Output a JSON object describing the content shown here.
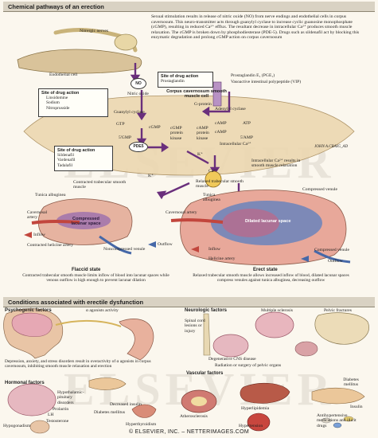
{
  "sections": {
    "top_title": "Chemical pathways of an erection",
    "bottom_title": "Conditions associated with erectile dysfunction"
  },
  "top": {
    "intro_text": "Sexual stimulation results in release of nitric oxide (NO) from nerve endings and endothelial cells in corpus cavernosum. This neuro-transmitter acts through guanylyl cyclase to increase cyclic guanosine monophosphate (cGMP), resulting in reduced Ca²⁺ efflux. The resultant decrease in intracellular Ca²⁺ produces smooth muscle relaxation. The cGMP is broken down by phosphodiesterase (PDE-5). Drugs such as sildenafil act by blocking this enzymatic degradation and prolong cGMP action on corpus cavernosum",
    "nitrergic_nerves": "Nitrergic nerves",
    "endothelial_cell": "Endothelial cell",
    "site1": {
      "title": "Site of drug action",
      "items": [
        "Linsidomine",
        "Sodium",
        "Nitroprusside"
      ]
    },
    "no_label": "NO",
    "nitric_oxide": "Nitric oxide",
    "site2": {
      "title": "Site of drug action",
      "items": [
        "Prostaglandin"
      ]
    },
    "pge1": "Prostaglandin E₁ (PGE₁)",
    "vip": "Vasoactive intestinal polypeptide (VIP)",
    "smooth_muscle_cell": "Corpus cavernosum smooth muscle cell",
    "g_protein": "G-protein",
    "adenylyl_cyclase": "Adenylyl cyclase",
    "guanylyl_cyclase": "Guanylyl cyclase",
    "gtp": "GTP",
    "cgmp": "cGMP",
    "cgmp_kinase": "cGMP protein kinase",
    "camp_kinase": "cAMP protein kinase",
    "camp": "cAMP",
    "atp": "ATP",
    "five_gmp": "5'GMP",
    "five_amp": "5'AMP",
    "pde5": "PDE5",
    "site3": {
      "title": "Site of drug action",
      "items": [
        "Sildenafil",
        "Vardenafil",
        "Tadalafil"
      ]
    },
    "intracellular_ca_top": "Intracellular Ca²⁺",
    "k_plus": "K⁺",
    "k_plus2": "K⁺",
    "ca_plus": "Ca²⁺",
    "ca_result": "Intracellular Ca²⁺ results in smooth muscle relaxation",
    "contracted_trabecular": "Contracted trabecular smooth muscle",
    "tunica_albuginea": "Tunica albuginea",
    "cavernosal_artery_left": "Cavernosal artery",
    "compressed_lacunar": "Compressed lacunar space",
    "inflow": "Inflow",
    "contracted_helicine": "Contracted helicine artery",
    "outflow_left": "Outflow",
    "noncompressed_venule": "Noncompressed venule",
    "relaxed_trabecular": "Relaxed trabecular smooth muscle",
    "tunica_albuginea2": "Tunica albuginea",
    "cavernosal_artery_right": "Cavernosal artery",
    "dilated_lacunar": "Dilated lacunar space",
    "compressed_venule_top": "Compressed venule",
    "compressed_venule_bottom": "Compressed venule",
    "helicine_artery": "Helicine artery",
    "inflow_right": "Inflow",
    "outflow_right": "Outflow",
    "flaccid_title": "Flaccid state",
    "flaccid_text": "Contracted trabecular smooth muscle limits inflow of blood into lacunar spaces while venous outflow is high enough to prevent lacunar dilation",
    "erect_title": "Erect state",
    "erect_text": "Relaxed trabecular smooth muscle allows increased inflow of blood, dilated lacunar spaces compress venules against tunica albuginea, decreasing outflow",
    "signature": "JOHN A.CRAIG_AD"
  },
  "bottom": {
    "psychogenic_title": "Psychogenic factors",
    "alpha_agonists": "α agonists activity",
    "psychogenic_text": "Depression, anxiety, and stress disorders result in overactivity of α agonists in corpus cavernosum, inhibiting smooth muscle relaxation and erection",
    "neurologic_title": "Neurologic factors",
    "spinal_cord": "Spinal cord lesions or injury",
    "multiple_sclerosis": "Multiple sclerosis",
    "pelvic_fractures": "Pelvic fractures",
    "degenerative_cns": "Degenerative CNS disease",
    "radiation": "Radiation or surgery of pelvic organs",
    "hormonal_title": "Hormonal factors",
    "hypothalamic": "Hypothalamic-pituitary disorders",
    "prolactin": "Prolactin",
    "lh": "LH",
    "testosterone": "Testosterone",
    "hypogonadism": "Hypogonadism",
    "decreased_insulin": "Decreased insulin",
    "diabetes_mellitus_h": "Diabetes mellitus",
    "hyperthyroidism": "Hyperthyroidism",
    "vascular_title": "Vascular factors",
    "atherosclerosis": "Atherosclerosis",
    "hyperlipidemia": "Hyperlipidemia",
    "hypertension": "Hypertension",
    "diabetes_mellitus_v": "Diabetes mellitus",
    "insulin": "Insulin",
    "antihypertensive": "Antihypertensive medications and illicit drugs"
  },
  "watermark": "ELSEVIER",
  "footer": "© ELSEVIER, INC. – NETTERIMAGES.COM",
  "colors": {
    "header_bg": "#d9d2c3",
    "arrow_purple": "#6a2f7c",
    "tissue_pink": "#d67a8e",
    "tissue_peach": "#e9b9a0",
    "lacunar_blue": "#5a7fc0",
    "paper": "#fbf7ee"
  }
}
